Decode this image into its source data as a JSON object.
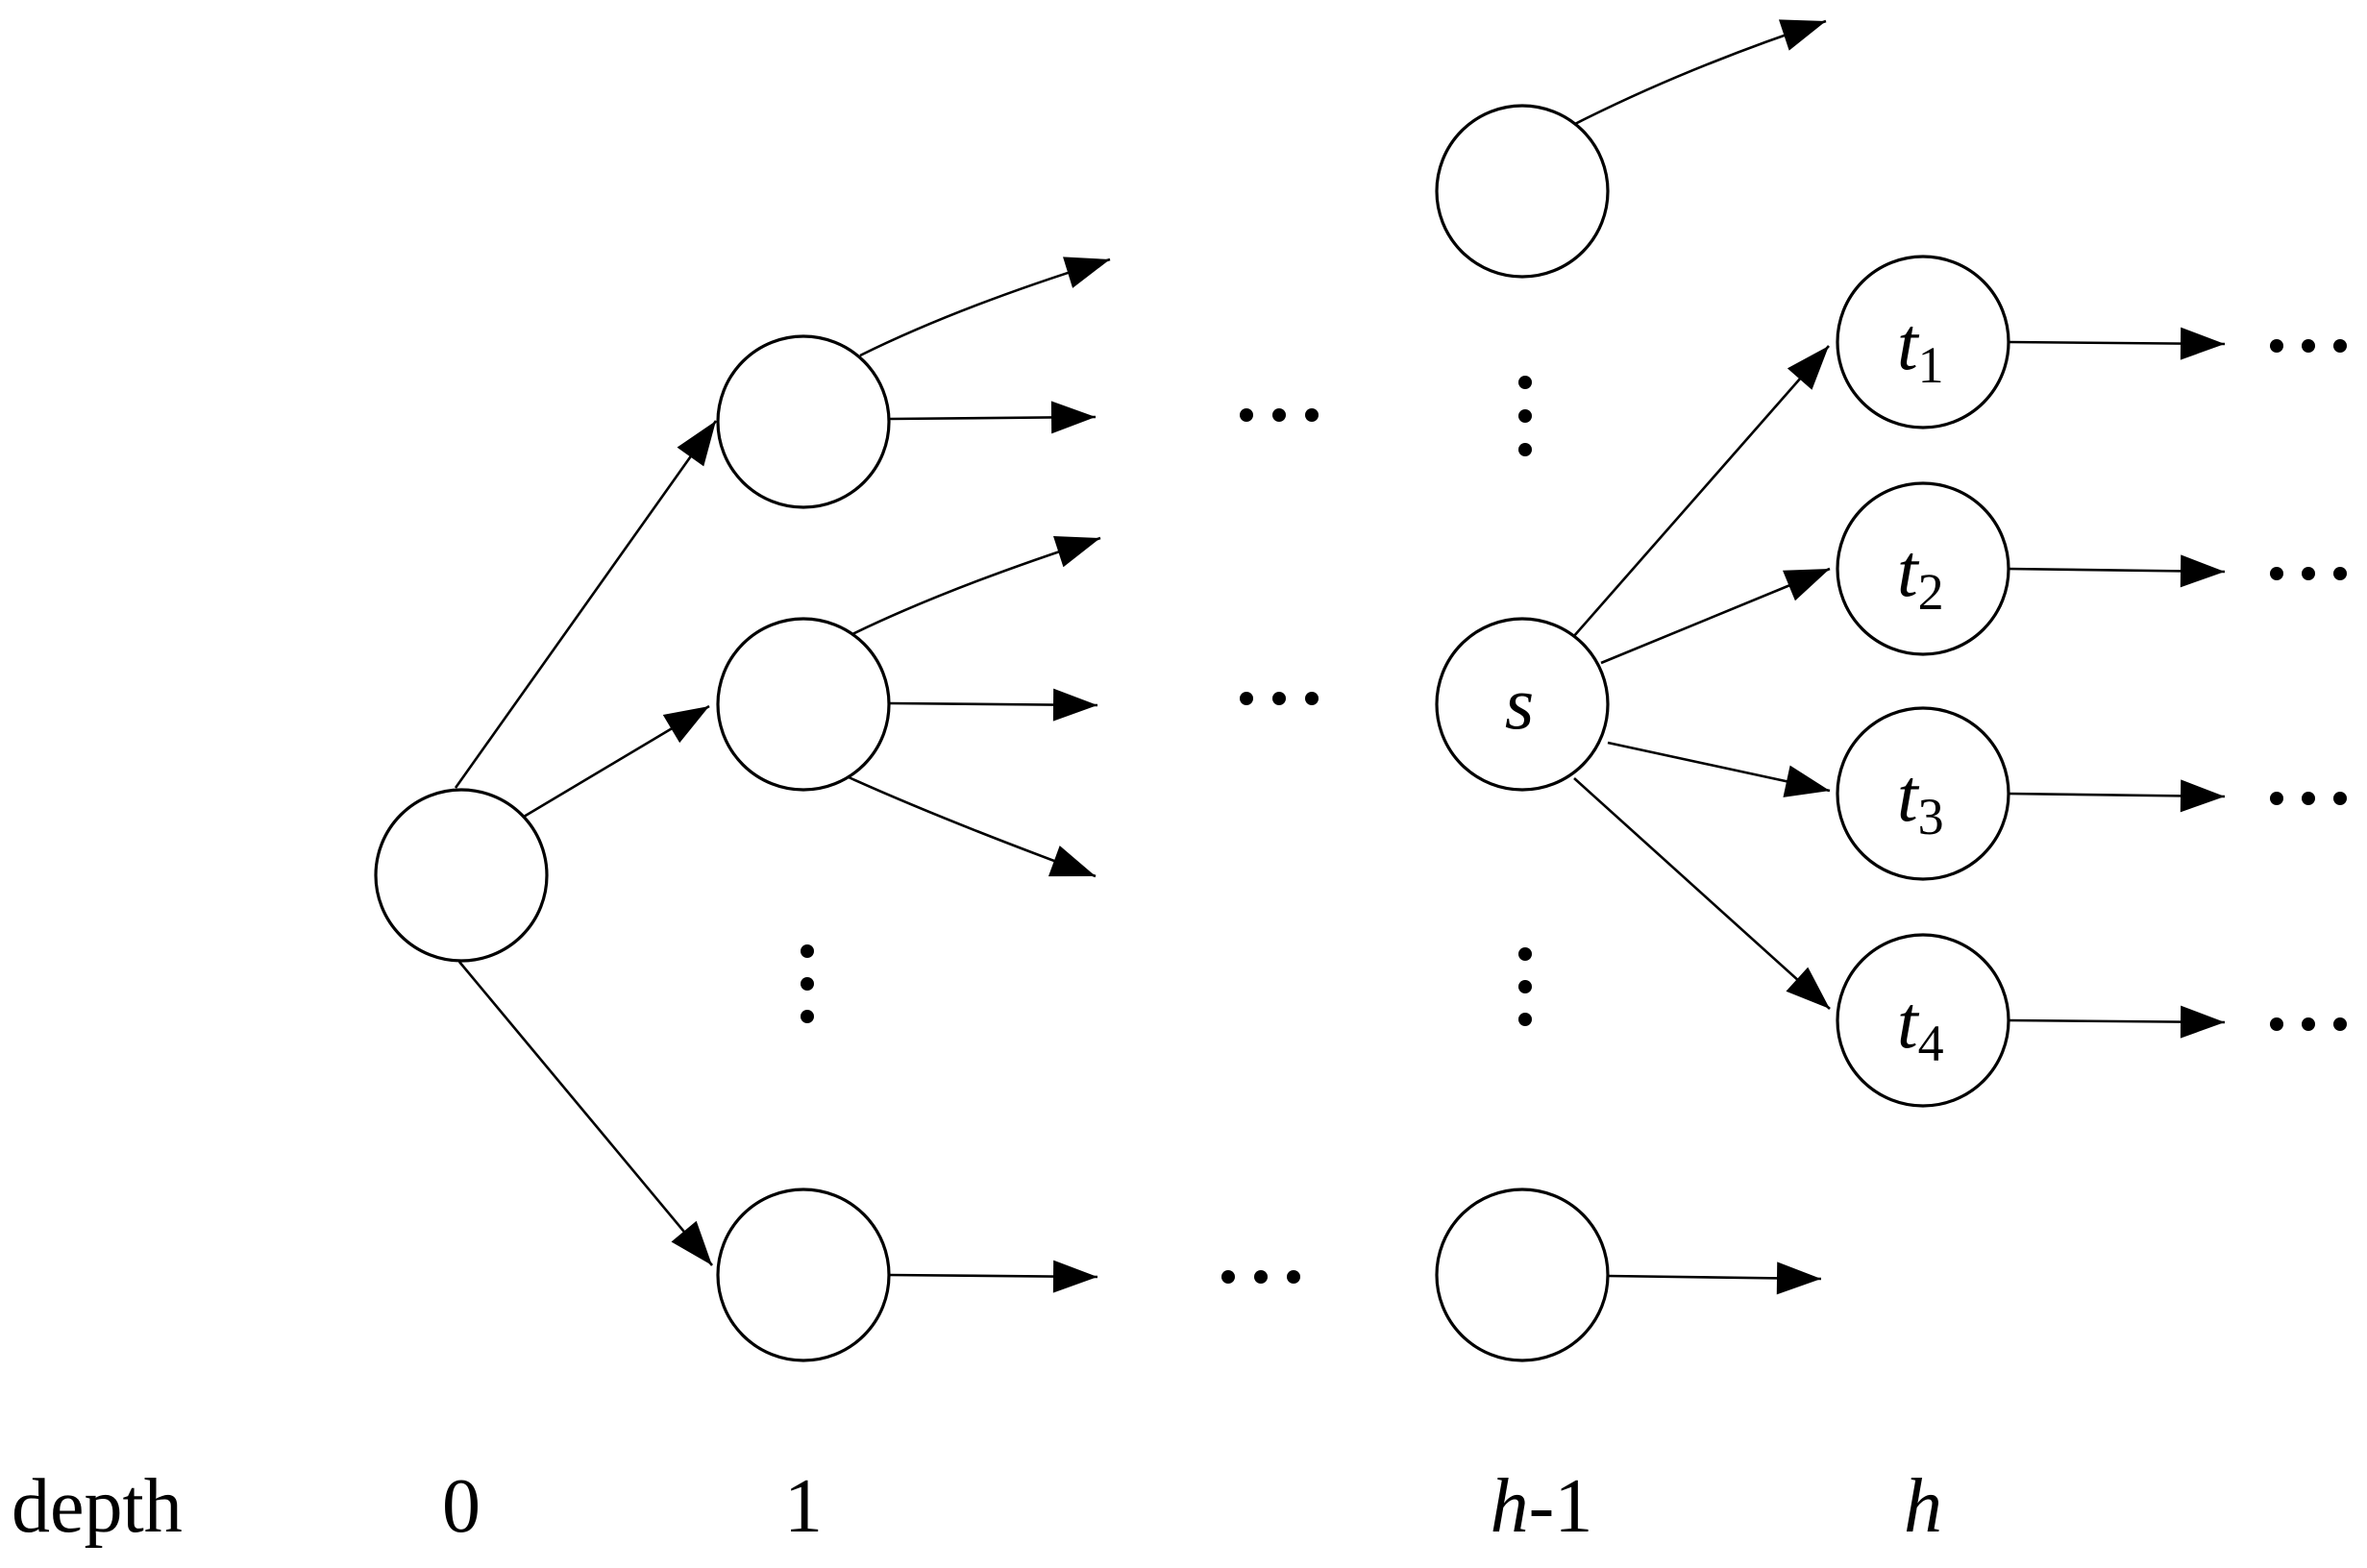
{
  "depth_row": {
    "title": "depth",
    "levels": [
      {
        "text": "0"
      },
      {
        "text": "1"
      },
      {
        "var": "h",
        "rest": "-1"
      },
      {
        "var": "h",
        "rest": ""
      }
    ]
  },
  "nodes": {
    "s": {
      "label": "s"
    },
    "t1": {
      "label": "t",
      "sub": "1"
    },
    "t2": {
      "label": "t",
      "sub": "2"
    },
    "t3": {
      "label": "t",
      "sub": "3"
    },
    "t4": {
      "label": "t",
      "sub": "4"
    }
  },
  "colors": {
    "stroke": "#000000",
    "background": "#ffffff"
  }
}
